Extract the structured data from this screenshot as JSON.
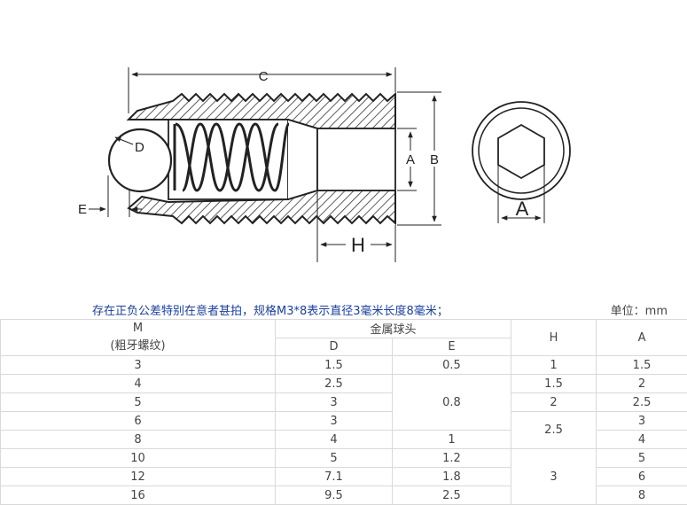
{
  "drawing": {
    "labels": {
      "c": "C",
      "d": "D",
      "e": "E",
      "a_side": "A",
      "b": "B",
      "h": "H",
      "a_end": "A"
    }
  },
  "note": "存在正负公差特别在意者甚拍，规格M3*8表示直径3毫米长度8毫米；",
  "unit": "单位：mm",
  "table": {
    "headers": {
      "m_line1": "M",
      "m_line2": "(粗牙螺纹)",
      "ball": "金属球头",
      "d": "D",
      "e": "E",
      "h": "H",
      "a": "A"
    },
    "rows": {
      "m": [
        "3",
        "4",
        "5",
        "6",
        "8",
        "10",
        "12",
        "16"
      ],
      "d": [
        "1.5",
        "2.5",
        "3",
        "3",
        "4",
        "5",
        "7.1",
        "9.5"
      ],
      "e": [
        "0.5",
        "0.8",
        "1",
        "1.2",
        "1.8",
        "2.5"
      ],
      "h": [
        "1",
        "1.5",
        "2",
        "2.5",
        "3"
      ],
      "a": [
        "1.5",
        "2",
        "2.5",
        "3",
        "4",
        "5",
        "6",
        "8"
      ]
    }
  }
}
